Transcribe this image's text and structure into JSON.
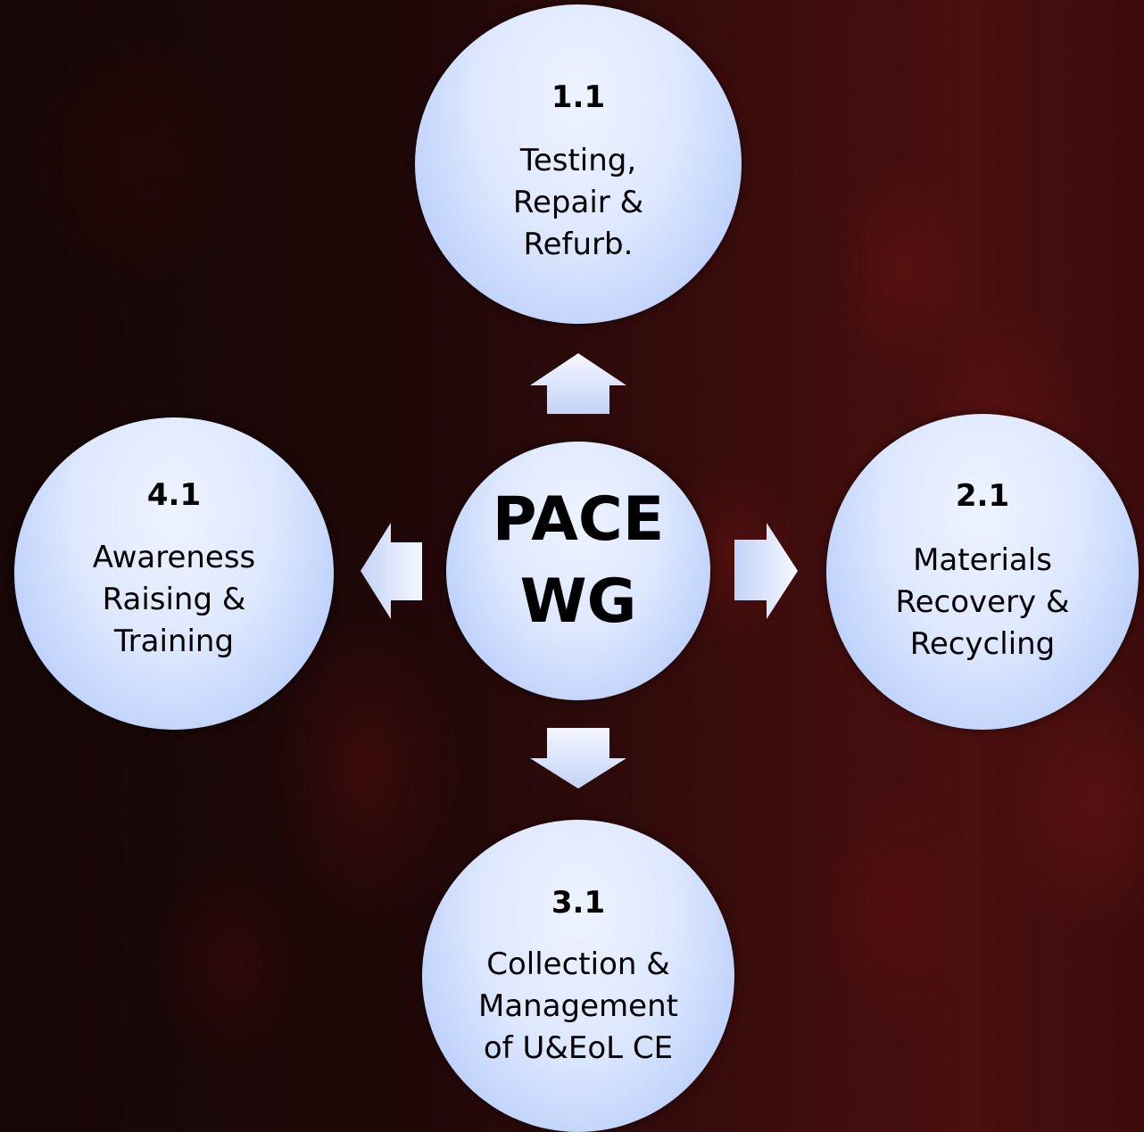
{
  "center": {
    "line1": "PACE",
    "line2": "WG"
  },
  "nodes": {
    "top": {
      "number": "1.1",
      "lines": [
        "Testing,",
        "Repair &",
        "Refurb."
      ]
    },
    "right": {
      "number": "2.1",
      "lines": [
        "Materials",
        "Recovery &",
        "Recycling"
      ]
    },
    "bottom": {
      "number": "3.1",
      "lines": [
        "Collection &",
        "Management",
        "of U&EoL CE"
      ]
    },
    "left": {
      "number": "4.1",
      "lines": [
        "Awareness",
        "Raising &",
        "Training"
      ]
    }
  },
  "colors": {
    "bubble_light": "#eef3ff",
    "bubble_dark": "#a9c3f6",
    "background_dark": "#170707",
    "background_red": "#4a0f0f"
  }
}
